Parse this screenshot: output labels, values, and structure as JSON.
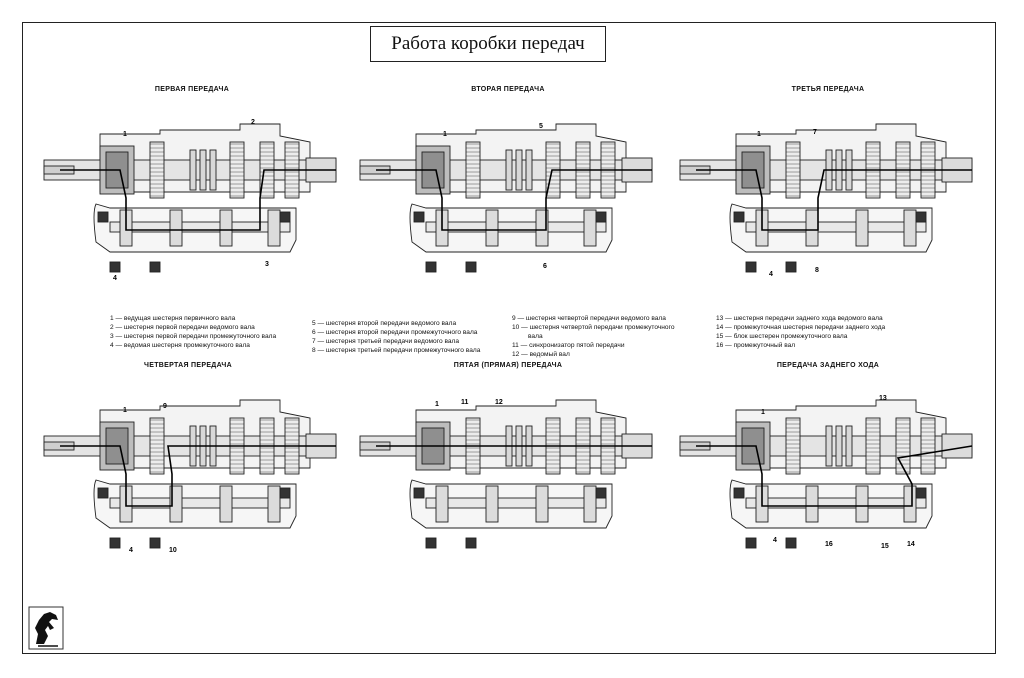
{
  "title": "Работа коробки передач",
  "panels": [
    {
      "name": "first-gear",
      "title": "ПЕРВАЯ ПЕРЕДАЧА",
      "callouts": [
        "1",
        "2",
        "3",
        "4"
      ]
    },
    {
      "name": "second-gear",
      "title": "ВТОРАЯ ПЕРЕДАЧА",
      "callouts": [
        "1",
        "5",
        "6"
      ]
    },
    {
      "name": "third-gear",
      "title": "ТРЕТЬЯ ПЕРЕДАЧА",
      "callouts": [
        "1",
        "7",
        "4",
        "8"
      ]
    },
    {
      "name": "fourth-gear",
      "title": "ЧЕТВЕРТАЯ ПЕРЕДАЧА",
      "callouts": [
        "1",
        "9",
        "4",
        "10"
      ]
    },
    {
      "name": "fifth-gear",
      "title": "ПЯТАЯ (ПРЯМАЯ) ПЕРЕДАЧА",
      "callouts": [
        "1",
        "11",
        "12"
      ]
    },
    {
      "name": "reverse-gear",
      "title": "ПЕРЕДАЧА ЗАДНЕГО ХОДА",
      "callouts": [
        "13",
        "1",
        "4",
        "16",
        "15",
        "14"
      ]
    }
  ],
  "legend": {
    "col1": [
      "1 — ведущая шестерня первичного вала",
      "2 — шестерня первой передачи ведомого вала",
      "3 — шестерня первой передачи промежуточного вала",
      "4 — ведомая шестерня промежуточного вала"
    ],
    "col2": [
      "5 — шестерня второй передачи ведомого вала",
      "6 — шестерня второй передачи промежуточного вала",
      "7 — шестерня третьей передачи ведомого вала",
      "8 — шестерня третьей передачи промежуточного вала"
    ],
    "col3": [
      "9 — шестерня четвертой передачи ведомого вала",
      "10 — шестерня четвертой передачи промежуточного",
      "вала",
      "11 — синхронизатор пятой передачи",
      "12 — ведомый вал"
    ],
    "col4": [
      "13 — шестерня передачи заднего хода ведомого вала",
      "14 — промежуточная шестерня передачи заднего хода",
      "15 — блок шестерен промежуточного вала",
      "16 — промежуточный вал"
    ]
  }
}
